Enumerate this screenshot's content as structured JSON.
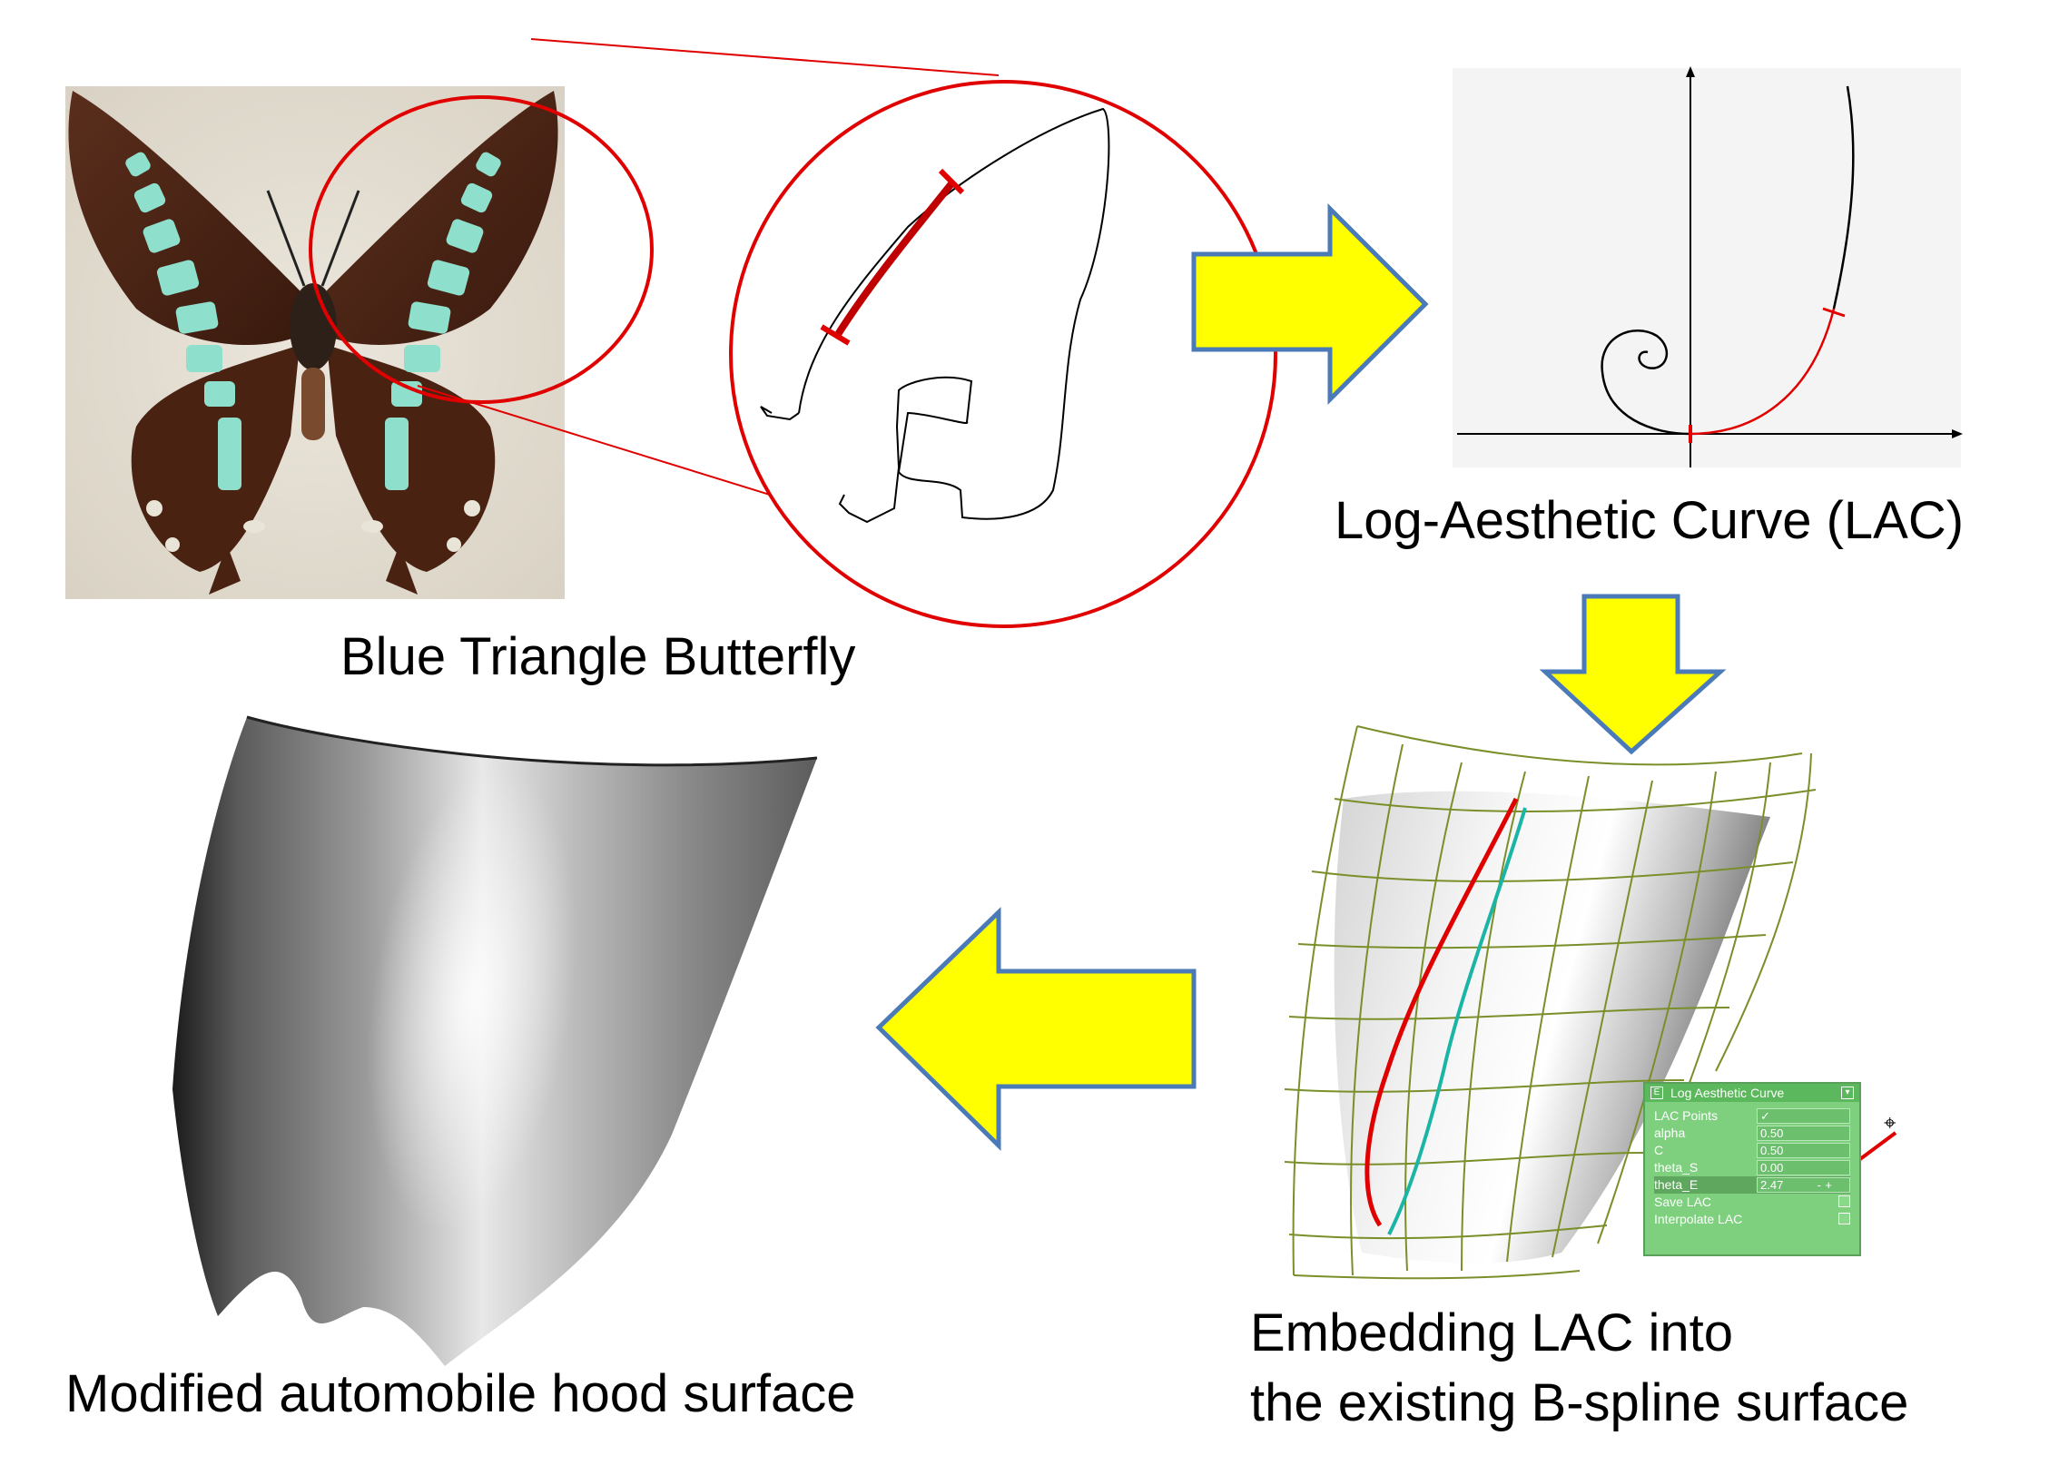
{
  "captions": {
    "butterfly": "Blue Triangle Butterfly",
    "lac": "Log-Aesthetic Curve (LAC)",
    "embed_line1": "Embedding LAC into",
    "embed_line2": "the existing B-spline surface",
    "hood": "Modified automobile hood surface"
  },
  "lac_panel": {
    "title": "Log Aesthetic Curve",
    "title_icon": "E",
    "rows": [
      {
        "label": "LAC Points",
        "value": "✓"
      },
      {
        "label": "alpha",
        "value": "0.50"
      },
      {
        "label": "C",
        "value": "0.50"
      },
      {
        "label": "theta_S",
        "value": "0.00"
      },
      {
        "label": "theta_E",
        "value": "2.47"
      },
      {
        "label": "Save LAC",
        "value": ""
      },
      {
        "label": "Interpolate LAC",
        "value": ""
      }
    ],
    "minus_label": "-",
    "plus_label": "+"
  },
  "colors": {
    "arrow_fill": "#ffff00",
    "arrow_stroke": "#4a7ab8",
    "accent_red": "#e00000",
    "mesh_green": "#7a8f2a",
    "cyan_curve": "#1ab5a5",
    "panel_green": "#7ed07e"
  }
}
